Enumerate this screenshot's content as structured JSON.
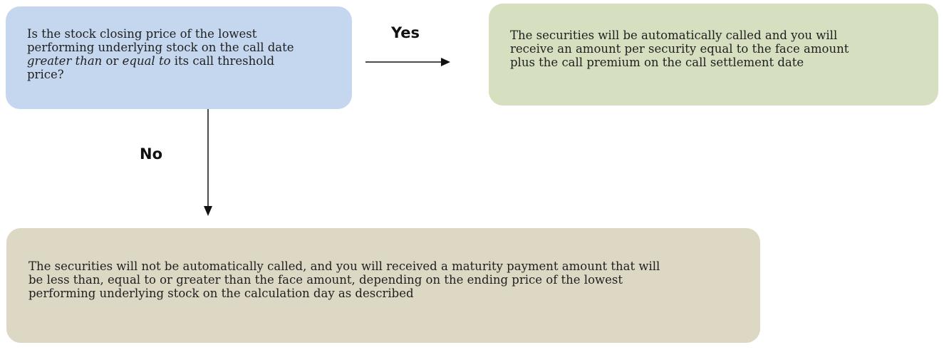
{
  "decision": {
    "lines": [
      "Is the stock closing price of the lowest",
      "performing underlying stock on the call date"
    ],
    "emphasis_line": {
      "part1": "greater than",
      "part2": " or ",
      "part3": "equal to",
      "part4": " its call threshold"
    },
    "last_line": "price?"
  },
  "yes_branch": {
    "label": "Yes",
    "lines": [
      "The securities will be automatically called and you will",
      "receive an amount per security equal to the face amount",
      "plus the call premium on the call settlement date"
    ]
  },
  "no_branch": {
    "label": "No",
    "lines": [
      "The securities will not be automatically called, and you will received a maturity payment amount that will",
      "be less than, equal to or greater than the face amount, depending on the ending price of the lowest",
      "performing underlying stock on the calculation day as described"
    ]
  },
  "colors": {
    "decision_fill": "#c5d7ef",
    "yes_fill": "#d6dfc0",
    "no_fill": "#dcd8c4",
    "arrow": "#111111"
  }
}
